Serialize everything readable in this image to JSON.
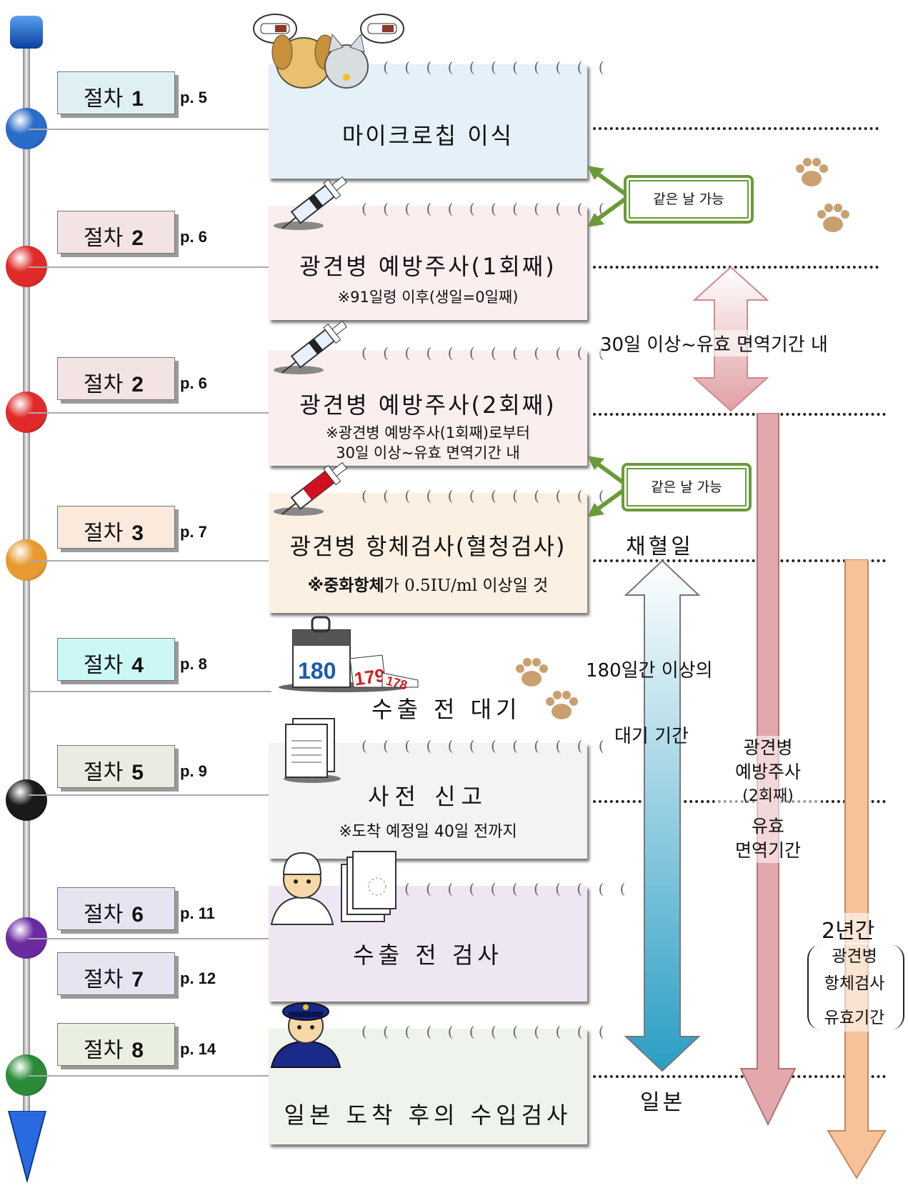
{
  "steps": [
    {
      "label": "절차",
      "num": "1",
      "page": "p. 5",
      "color": "#dff0f5",
      "ball": "#2a6cc9"
    },
    {
      "label": "절차",
      "num": "2",
      "page": "p. 6",
      "color": "#f3e3e3",
      "ball": "#e02a2a"
    },
    {
      "label": "절차",
      "num": "2",
      "page": "p. 6",
      "color": "#f3e3e3",
      "ball": "#e02a2a"
    },
    {
      "label": "절차",
      "num": "3",
      "page": "p. 7",
      "color": "#fbe9dc",
      "ball": "#e89a30"
    },
    {
      "label": "절차",
      "num": "4",
      "page": "p. 8",
      "color": "#ccf7f7",
      "ball": null
    },
    {
      "label": "절차",
      "num": "5",
      "page": "p. 9",
      "color": "#ecebe1",
      "ball": "#1a1a1a"
    },
    {
      "label": "절차",
      "num": "6",
      "page": "p. 11",
      "color": "#e8e3f1",
      "ball": "#6a2aa0"
    },
    {
      "label": "절차",
      "num": "7",
      "page": "p. 12",
      "color": "#e8e3f1",
      "ball": null
    },
    {
      "label": "절차",
      "num": "8",
      "page": "p. 14",
      "color": "#e9f0df",
      "ball": "#2a8a3a"
    }
  ],
  "cards": [
    {
      "title": "마이크로칩 이식",
      "notes": [],
      "color": "#e5f1f9"
    },
    {
      "title": "광견병  예방주사(1회째)",
      "notes": [
        "※91일령 이후(생일=0일째)"
      ],
      "color": "#fbeeee"
    },
    {
      "title": "광견병  예방주사(2회째)",
      "notes": [
        "※광견병 예방주사(1회째)로부터",
        "30일 이상~유효 면역기간 내"
      ],
      "color": "#fbeeee"
    },
    {
      "title": "광견병 항체검사(혈청검사)",
      "notes_bold": "※중화항체",
      "notes_rest": "가 0.5IU/ml 이상일 것",
      "color": "#fcf0e2"
    },
    {
      "title": "수출 전 대기",
      "notes": []
    },
    {
      "title": "사전 신고",
      "notes": [
        "※도착 예정일 40일 전까지"
      ],
      "color": "#f3f3f3"
    },
    {
      "title": "수출 전 검사",
      "notes": [],
      "color": "#eee7f3"
    },
    {
      "title": "일본 도착 후의 수입검사",
      "notes": [],
      "color": "#eef4eb"
    }
  ],
  "same_day": [
    "같은 날 가능",
    "같은 날 가능"
  ],
  "labels": {
    "interval_30": "30일 이상~유효 면역기간 내",
    "blood_day": "채혈일",
    "wait_1": "180일간 이상의",
    "wait_2": "대기 기간",
    "japan": "일본",
    "vaccine_valid": [
      "광견병",
      "예방주사",
      "(2회째)",
      "유효",
      "면역기간"
    ],
    "two_years": "2년간",
    "antibody_valid": [
      "광견병",
      "항체검사",
      "유효기간"
    ]
  },
  "calendar_numbers": [
    "180",
    "179",
    "178"
  ],
  "colors": {
    "green": "#6b9a3a",
    "pink_arrow": "#e3a8ab",
    "blue_arrow": "#2aa6c8",
    "orange_arrow": "#f7c29a"
  }
}
